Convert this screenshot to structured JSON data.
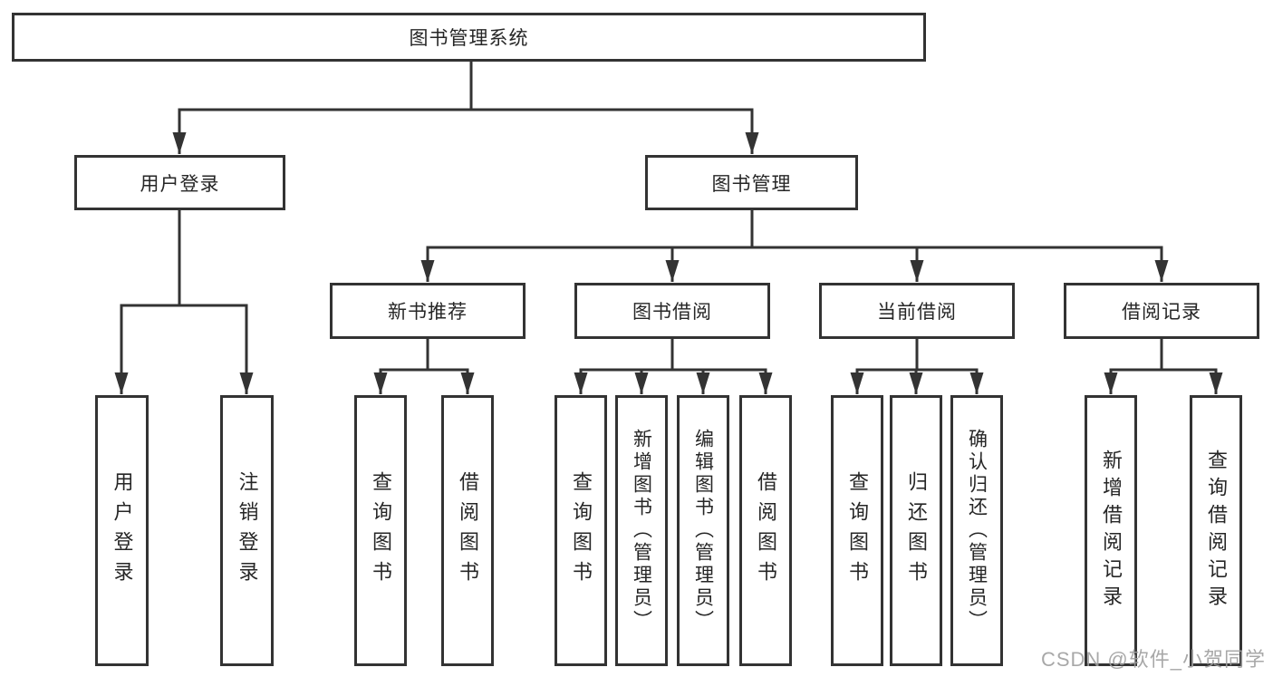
{
  "diagram": {
    "title": "图书管理系统",
    "type": "hierarchy-tree",
    "nodes": {
      "root": "图书管理系统",
      "user_login": "用户登录",
      "book_management": "图书管理",
      "new_book_recommend": "新书推荐",
      "book_borrow": "图书借阅",
      "current_borrow": "当前借阅",
      "borrow_record": "借阅记录",
      "leaf_user_login": "用户登录",
      "leaf_logout": "注销登录",
      "leaf_rec_query_book": "查询图书",
      "leaf_rec_borrow_book": "借阅图书",
      "leaf_bb_query_book": "查询图书",
      "leaf_bb_add_book": "新增图书（管理员）",
      "leaf_bb_edit_book": "编辑图书（管理员）",
      "leaf_bb_borrow_book": "借阅图书",
      "leaf_cb_query_book": "查询图书",
      "leaf_cb_return_book": "归还图书",
      "leaf_cb_confirm_return": "确认归还（管理员）",
      "leaf_br_add_record": "新增借阅记录",
      "leaf_br_query_record": "查询借阅记录"
    },
    "structure": {
      "root": [
        "user_login",
        "book_management"
      ],
      "user_login": [
        "leaf_user_login",
        "leaf_logout"
      ],
      "book_management": [
        "new_book_recommend",
        "book_borrow",
        "current_borrow",
        "borrow_record"
      ],
      "new_book_recommend": [
        "leaf_rec_query_book",
        "leaf_rec_borrow_book"
      ],
      "book_borrow": [
        "leaf_bb_query_book",
        "leaf_bb_add_book",
        "leaf_bb_edit_book",
        "leaf_bb_borrow_book"
      ],
      "current_borrow": [
        "leaf_cb_query_book",
        "leaf_cb_return_book",
        "leaf_cb_confirm_return"
      ],
      "borrow_record": [
        "leaf_br_add_record",
        "leaf_br_query_record"
      ]
    },
    "colors": {
      "line": "#333333",
      "box_border": "#333333",
      "box_fill": "#ffffff",
      "text": "#262626",
      "watermark": "#9e9e9e",
      "background": "#ffffff"
    },
    "watermark": "CSDN @软件_小贺同学"
  }
}
